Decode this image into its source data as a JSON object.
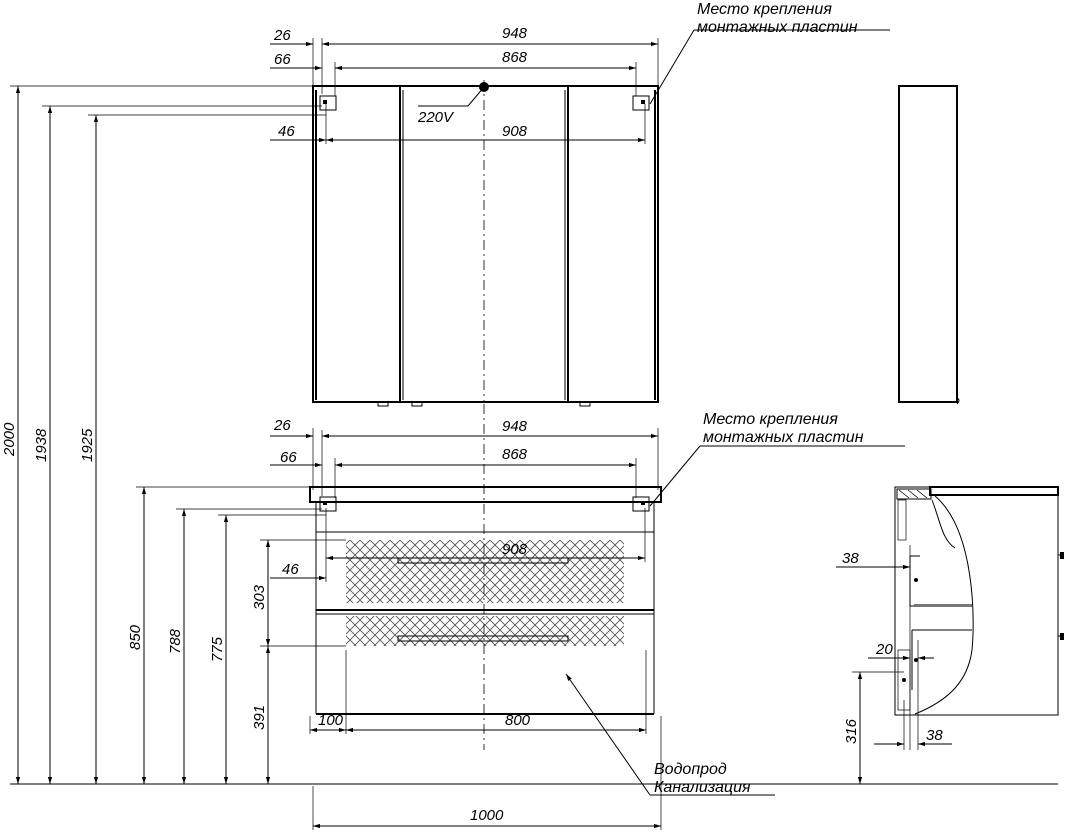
{
  "labels": {
    "top_mount_line1": "Место крепления",
    "top_mount_line2": "монтажных пластин",
    "bottom_mount_line1": "Место крепления",
    "bottom_mount_line2": "монтажных пластин",
    "voltage": "220V",
    "plumbing_line1": "Водопрод",
    "plumbing_line2": "Канализация"
  },
  "dimensions": {
    "top_26": "26",
    "top_66": "66",
    "top_948": "948",
    "top_868": "868",
    "top_46": "46",
    "top_908": "908",
    "bot_26": "26",
    "bot_66": "66",
    "bot_948": "948",
    "bot_868": "868",
    "bot_46": "46",
    "bot_908": "908",
    "h_2000": "2000",
    "h_1938": "1938",
    "h_1925": "1925",
    "h_850": "850",
    "h_788": "788",
    "h_775": "775",
    "h_303": "303",
    "h_391": "391",
    "w_100": "100",
    "w_800": "800",
    "w_1000": "1000",
    "side_38a": "38",
    "side_20": "20",
    "side_316": "316",
    "side_38b": "38"
  }
}
